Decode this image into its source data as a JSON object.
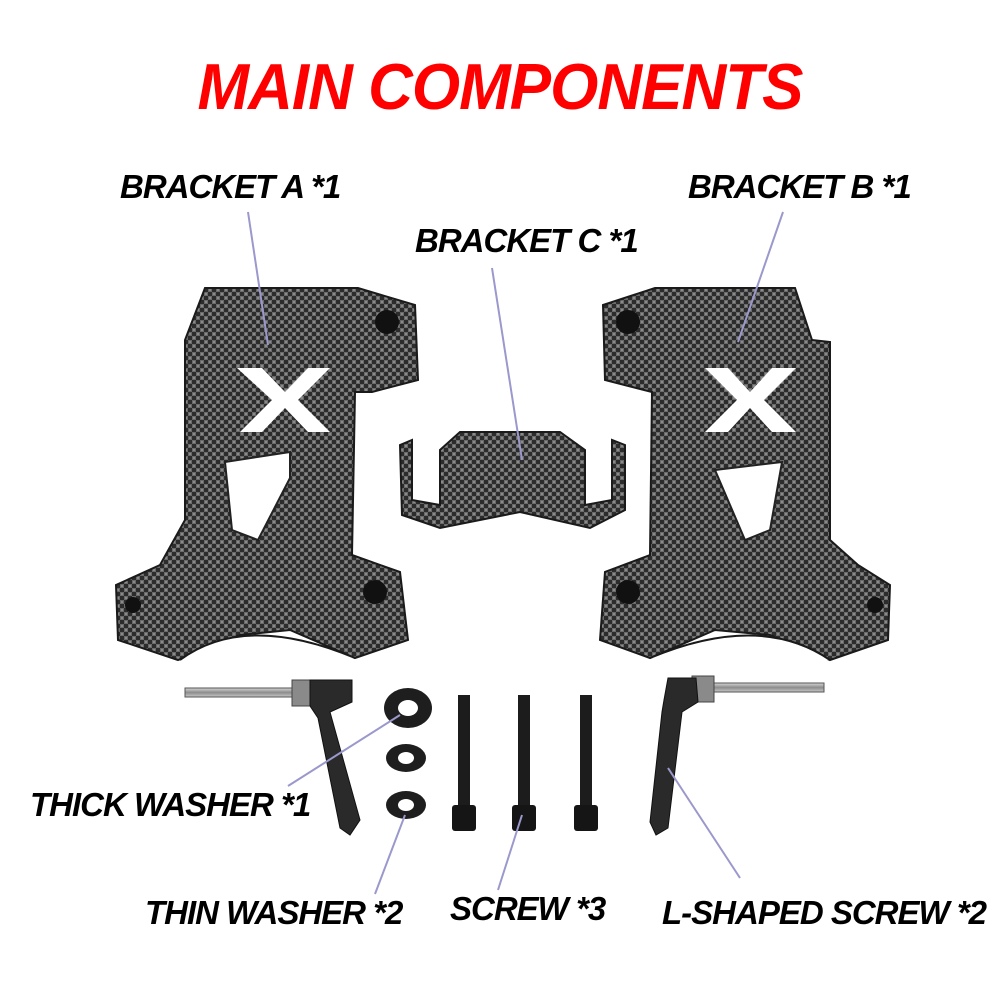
{
  "title": "MAIN COMPONENTS",
  "colors": {
    "title": "#ff0000",
    "labels": "#000000",
    "leader": "#9a98cc",
    "part": "#3a3a3a",
    "background": "#ffffff"
  },
  "parts": [
    {
      "id": "bracket-a",
      "label": "BRACKET A *1"
    },
    {
      "id": "bracket-b",
      "label": "BRACKET B  *1"
    },
    {
      "id": "bracket-c",
      "label": "BRACKET C  *1"
    },
    {
      "id": "thick-washer",
      "label": "THICK WASHER  *1"
    },
    {
      "id": "thin-washer",
      "label": "THIN WASHER  *2"
    },
    {
      "id": "screw",
      "label": "SCREW  *3"
    },
    {
      "id": "l-shaped-screw",
      "label": "L-SHAPED SCREW  *2"
    }
  ]
}
